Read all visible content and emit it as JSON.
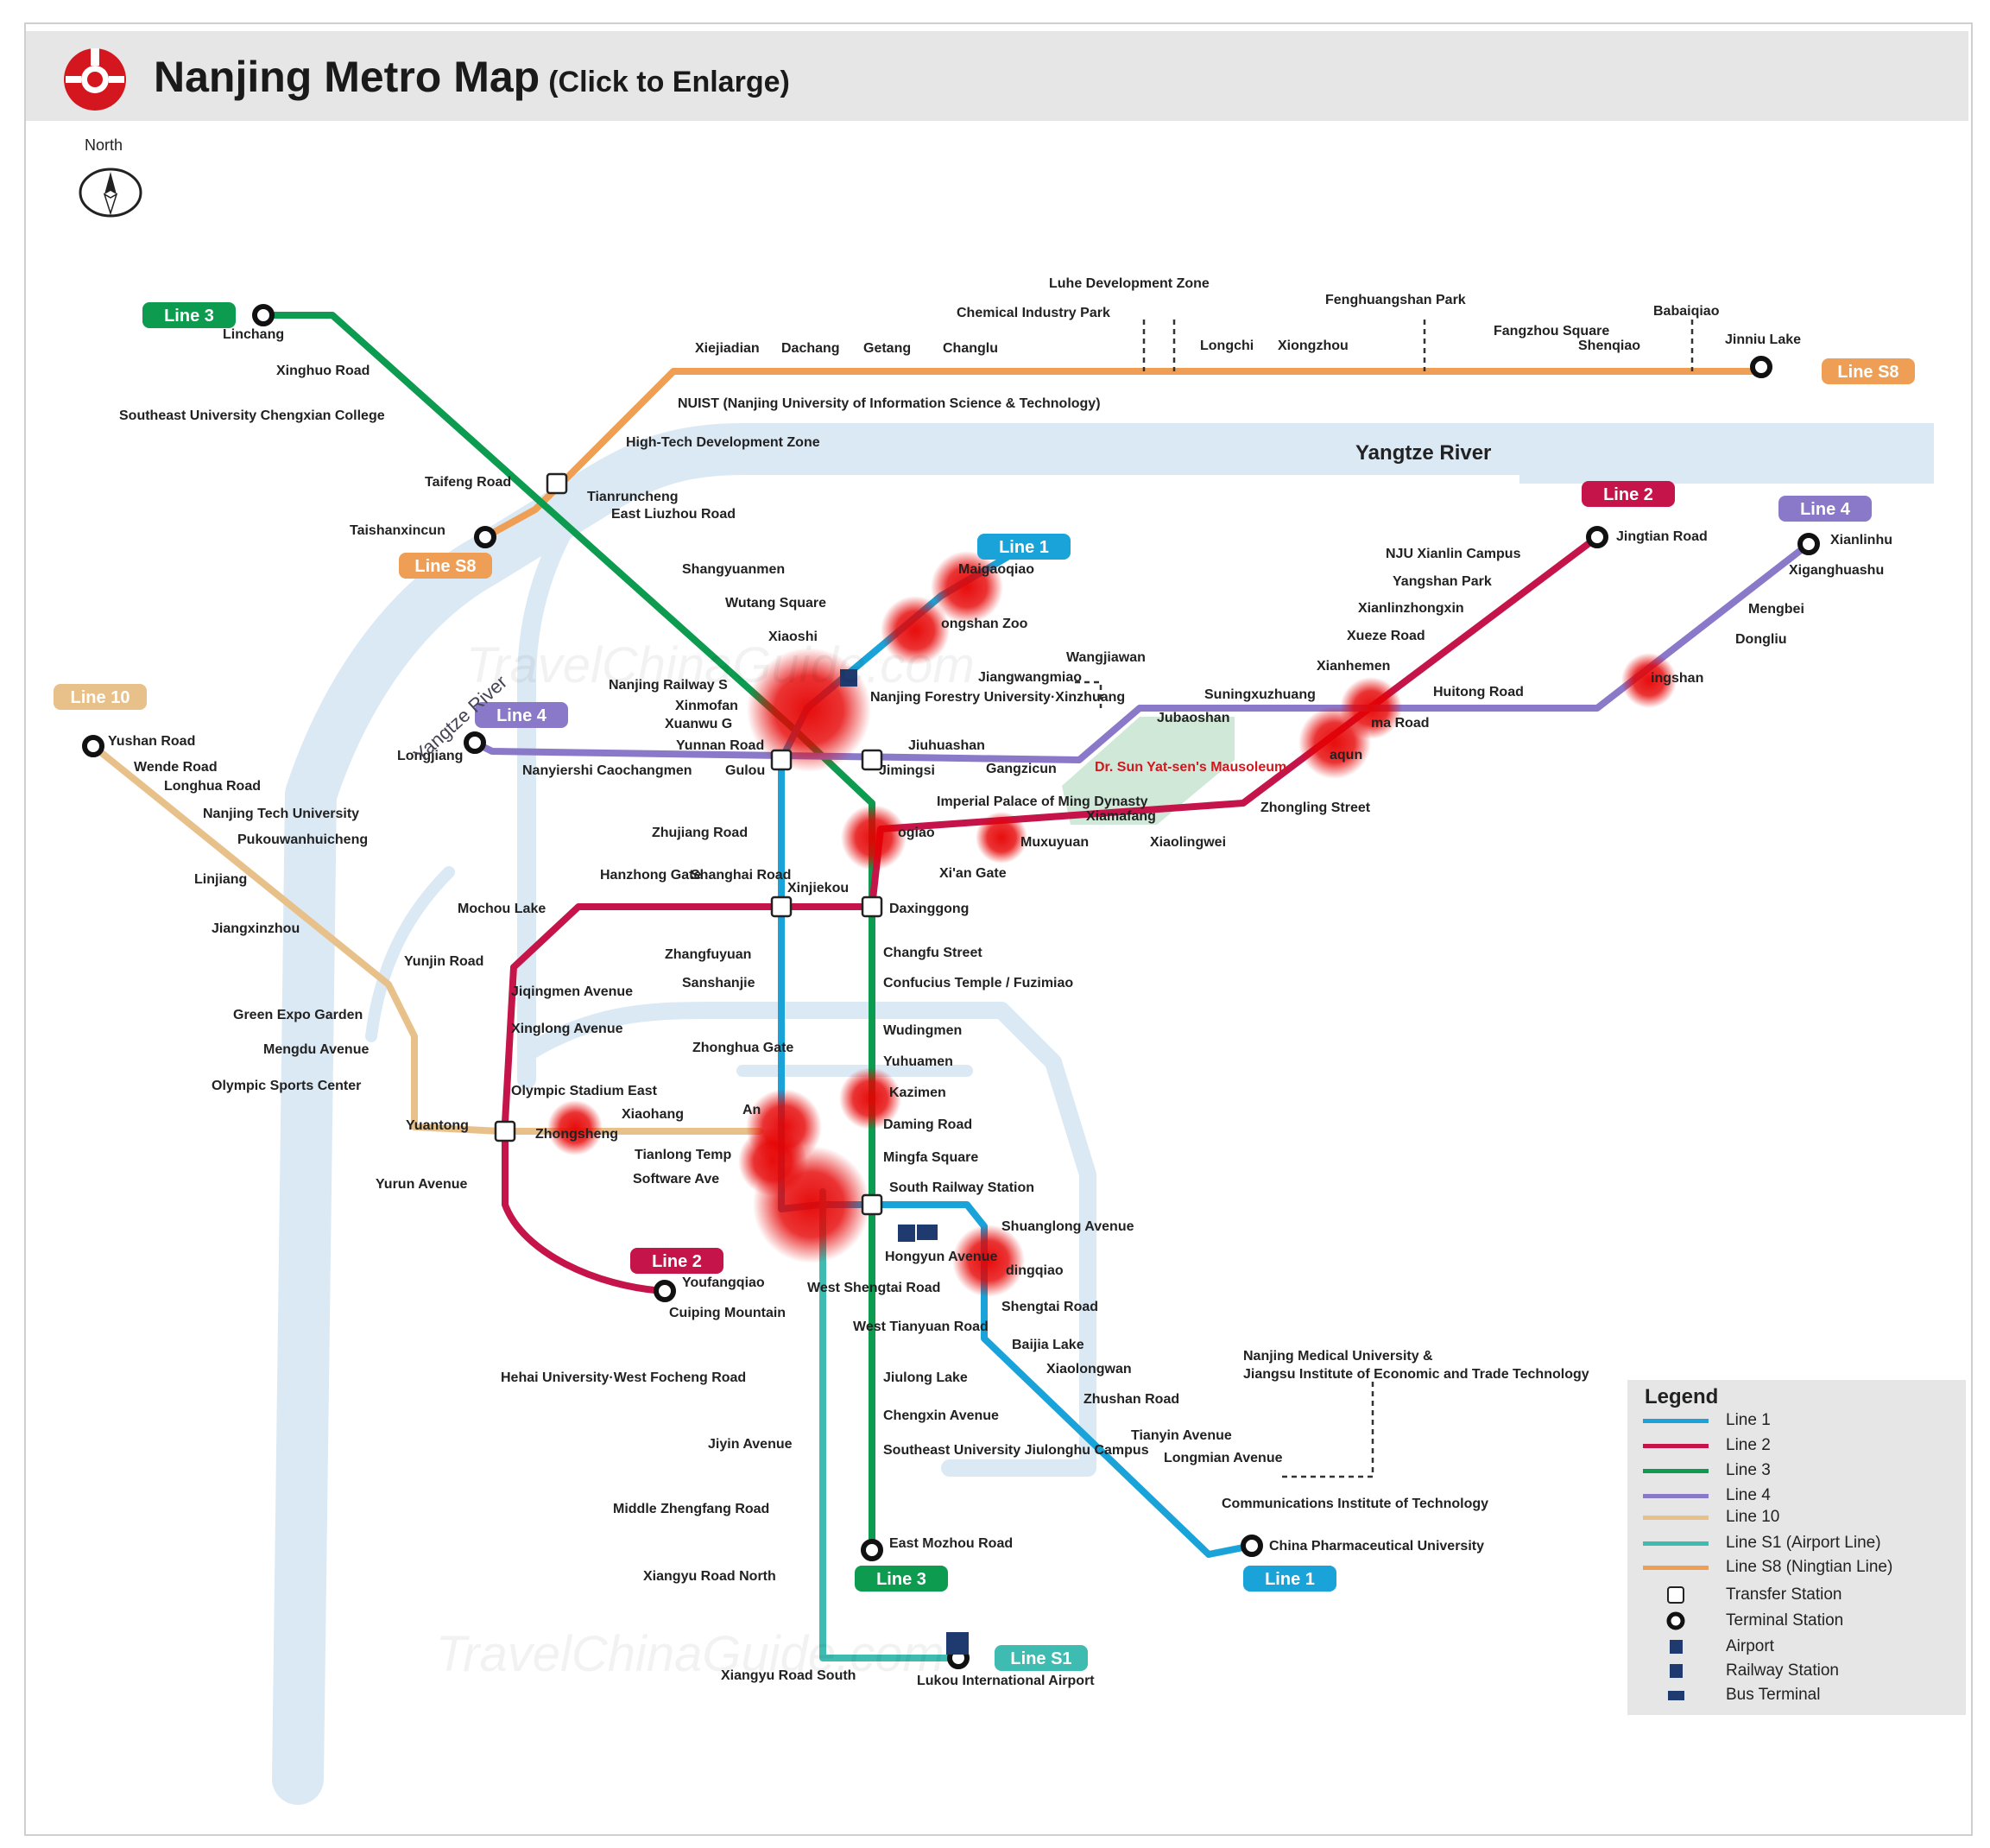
{
  "header": {
    "title": "Nanjing Metro Map",
    "subtitle": "(Click to Enlarge)"
  },
  "compass": {
    "label": "North"
  },
  "rivers": {
    "label_main": "Yangtze River",
    "label_diag": "Yangtze River"
  },
  "watermark": "TravelChinaGuide.com",
  "badges": {
    "line1_top": "Line 1",
    "line1_bottom": "Line 1",
    "line2_top": "Line 2",
    "line2_bottom": "Line 2",
    "line3_top": "Line 3",
    "line3_bottom": "Line 3",
    "line4_left": "Line 4",
    "line4_right": "Line 4",
    "line10": "Line 10",
    "lines8_left": "Line S8",
    "lines8_right": "Line S8",
    "lines1": "Line S1"
  },
  "colors": {
    "line1": "#1aa3d9",
    "line2": "#c4144a",
    "line3": "#0c9b4f",
    "line4": "#8a78c9",
    "line10": "#e8c18a",
    "lineS1": "#3fbcb2",
    "lineS8": "#ee9f55",
    "river": "#dbe9f5",
    "heat": "#e60000"
  },
  "stations": {
    "linchang": "Linchang",
    "xinghuo": "Xinghuo Road",
    "seu_chengxian": "Southeast University Chengxian College",
    "taifeng": "Taifeng Road",
    "taishanxincun": "Taishanxincun",
    "tianrun": "Tianruncheng",
    "liuzhou": "East Liuzhou Road",
    "shangyuanmen": "Shangyuanmen",
    "wutang": "Wutang Square",
    "xiaoshi": "Xiaoshi",
    "njrailway": "Nanjing Railway S",
    "xinmofan": "Xinmofan",
    "xuanwu": "Xuanwu G",
    "yunnan": "Yunnan Road",
    "gulou": "Gulou",
    "forestry": "Nanjing Forestry University·Xinzhuang",
    "jiuhuashan": "Jiuhuashan",
    "jimingsi": "Jimingsi",
    "maigaoqiao": "Maigaoqiao",
    "hongshanzoo": "ongshan Zoo",
    "wanggiawan": "Wangjiawan",
    "jiangwangmiao": "Jiangwangmiao",
    "suningxuzhuang": "Suningxuzhuang",
    "jubaoshan": "Jubaoshan",
    "gangzicun": "Gangzicun",
    "sunyatsen": "Dr. Sun Yat-sen's Mausoleum",
    "imperial": "Imperial Palace of Ming Dynasty",
    "minggugong": "ogiao",
    "muxuyuan": "Muxuyuan",
    "xiamafang": "Xiamafang",
    "xiaolingwei": "Xiaolingwei",
    "zhongling": "Zhongling Street",
    "maqun": "aqun",
    "jinma": "ma Road",
    "xianhemen": "Xianhemen",
    "xueze": "Xueze Road",
    "xianlinhu": "Xianlinzhongxin",
    "yangshanpark": "Yangshan Park",
    "njuxianlin": "NJU Xianlin Campus",
    "jingtian": "Jingtian Road",
    "huitong": "Huitong Road",
    "lingshan": "ingshan",
    "dongliu": "Dongliu",
    "mengbei": "Mengbei",
    "xiganghuashu": "Xiganghuashu",
    "xianlinhu4": "Xianlinhu",
    "longjiang": "Longjiang",
    "nanyiershi": "Nanyiershi Caochangmen",
    "zhujiang": "Zhujiang Road",
    "xinjiekou": "Xinjiekou",
    "hanzhong": "Hanzhong Gate",
    "shanghai": "Shanghai Road",
    "daxinggong": "Daxinggong",
    "xian_gate": "Xi'an Gate",
    "mochou": "Mochou Lake",
    "yunjin": "Yunjin Road",
    "jiqingmen": "Jiqingmen Avenue",
    "xinglong": "Xinglong Avenue",
    "olympic_east": "Olympic Stadium East",
    "yuantong": "Yuantong",
    "yurun": "Yurun Avenue",
    "youfangqiao": "Youfangqiao",
    "zhangfuyuan": "Zhangfuyuan",
    "sanshanjie": "Sanshanjie",
    "changfu": "Changfu Street",
    "confucius": "Confucius Temple / Fuzimiao",
    "zhonghua": "Zhonghua Gate",
    "wudingmen": "Wudingmen",
    "yuhuamen": "Yuhuamen",
    "kazimen": "Kazimen",
    "daming": "Daming Road",
    "mingfa": "Mingfa Square",
    "southrail": "South Railway Station",
    "andemen": "An",
    "xiaohang": "Xiaohang",
    "zhonghuang": "Zhongsheng",
    "tianlong": "Tianlong Temp",
    "software": "Software Ave",
    "shuanglong": "Shuanglong Avenue",
    "hongyun": "Hongyun Avenue",
    "hedingqiao": "dingqiao",
    "westshengtai": "West Shengtai Road",
    "shengtai": "Shengtai Road",
    "baijia": "Baijia Lake",
    "xiaolongwan": "Xiaolongwan",
    "zhushan": "Zhushan Road",
    "tianyin": "Tianyin Avenue",
    "longmian": "Longmian Avenue",
    "comm_inst": "Communications Institute of Technology",
    "cpu": "China Pharmaceutical University",
    "njmu": "Nanjing Medical University &",
    "njmu2": "Jiangsu Institute of Economic and Trade Technology",
    "west_tianyuan": "West Tianyuan Road",
    "jiulong": "Jiulong Lake",
    "chengxin": "Chengxin Avenue",
    "seu_jiulong": "Southeast University Jiulonghu Campus",
    "eastmozhou": "East Mozhou Road",
    "cuiping": "Cuiping Mountain",
    "hehai": "Hehai University·West Focheng Road",
    "jiyin": "Jiyin Avenue",
    "zhengfang": "Middle Zhengfang Road",
    "xiangyu_n": "Xiangyu Road North",
    "xiangyu_s": "Xiangyu Road South",
    "lukou": "Lukou International Airport",
    "yushan": "Yushan Road",
    "wende": "Wende Road",
    "longhua": "Longhua Road",
    "njtech": "Nanjing Tech University",
    "pukou": "Pukouwanhuicheng",
    "linjiang": "Linjiang",
    "jiangxinzhou": "Jiangxinzhou",
    "greenexpo": "Green Expo Garden",
    "mengdu": "Mengdu Avenue",
    "olympic_center": "Olympic Sports Center",
    "xiejiadian": "Xiejiadian",
    "dachang": "Dachang",
    "getang": "Getang",
    "changlu": "Changlu",
    "luhe": "Luhe Development Zone",
    "chemical": "Chemical Industry Park",
    "fenghuang": "Fenghuangshan Park",
    "longchi": "Longchi",
    "xiongzhou": "Xiongzhou",
    "fangzhou": "Fangzhou Square",
    "shenqiao": "Shenqiao",
    "babaiqiao": "Babaiqiao",
    "jinniu": "Jinniu Lake",
    "nuist": "NUIST (Nanjing University of Information Science & Technology)",
    "hightech": "High-Tech Development Zone"
  },
  "legend": {
    "title": "Legend",
    "items": [
      {
        "label": "Line 1",
        "kind": "line",
        "color": "#1aa3d9"
      },
      {
        "label": "Line 2",
        "kind": "line",
        "color": "#c4144a"
      },
      {
        "label": "Line 3",
        "kind": "line",
        "color": "#0c9b4f"
      },
      {
        "label": "Line 4",
        "kind": "line",
        "color": "#8a78c9"
      },
      {
        "label": "Line 10",
        "kind": "line",
        "color": "#e8c18a"
      },
      {
        "label": "Line S1 (Airport Line)",
        "kind": "line",
        "color": "#3fbcb2"
      },
      {
        "label": "Line S8 (Ningtian Line)",
        "kind": "line",
        "color": "#ee9f55"
      },
      {
        "label": "Transfer Station",
        "kind": "transfer-icon"
      },
      {
        "label": "Terminal Station",
        "kind": "terminal-icon"
      },
      {
        "label": "Airport",
        "kind": "airport-icon"
      },
      {
        "label": "Railway Station",
        "kind": "railway-icon"
      },
      {
        "label": "Bus Terminal",
        "kind": "bus-icon"
      }
    ]
  }
}
